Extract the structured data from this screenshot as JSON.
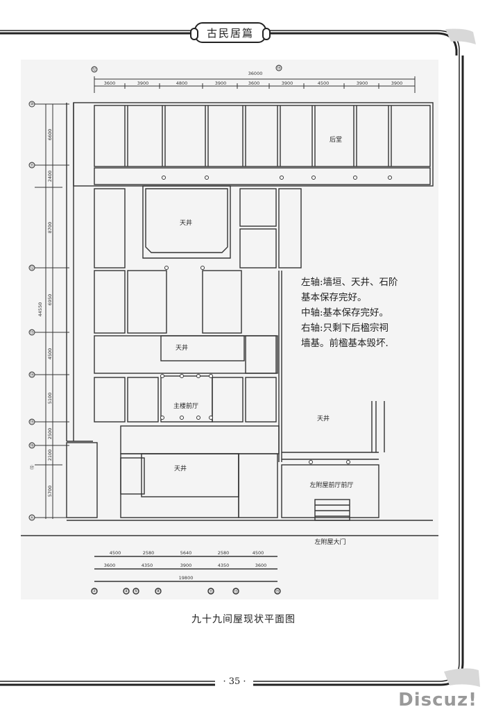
{
  "header": {
    "title": "古民居篇"
  },
  "plan": {
    "rooms": {
      "hou_tang": "后堂",
      "tian_jing_1": "天井",
      "tian_jing_2": "天井",
      "tian_jing_3": "天井",
      "tian_jing_right": "天井",
      "zhu_lou_qian_ting": "主楼前厅",
      "zuo_fu_wu_qian_ting": "左附屋前厅前厅",
      "zuo_fu_wu_da_men": "左附屋大门"
    },
    "notes": [
      "左轴:墙垣、天井、石阶",
      "基本保存完好。",
      "中轴:基本保存完好。",
      "右轴:只剩下后楹宗祠",
      "墙基。前楹基本毁坏."
    ],
    "top_dimensions": {
      "total": "36000",
      "segments": [
        "3600",
        "3900",
        "4800",
        "3900",
        "3600",
        "3900",
        "4500",
        "3900",
        "3900"
      ],
      "axis_left": "⑫",
      "axis_mid": "⑮"
    },
    "left_dimensions": {
      "total": "44550",
      "segments": [
        "6600",
        "2400",
        "8700",
        "6950",
        "4500",
        "5100",
        "2500",
        "2100",
        "5700"
      ],
      "axes": [
        "⑩",
        "⑪",
        "⑫",
        "⑬",
        "⑭",
        "⑮",
        "⑯",
        "⑰",
        "Ⓐ"
      ]
    },
    "bottom_dimensions": {
      "row1": [
        "4500",
        "2580",
        "5640",
        "2580",
        "4500"
      ],
      "row2": [
        "3600",
        "4350",
        "3900",
        "4350",
        "3600"
      ],
      "total": "19800",
      "axes": [
        "②",
        "④",
        "⑤",
        "⑧",
        "⑪",
        "⑬",
        "⑮"
      ]
    }
  },
  "caption": "九十九间屋现状平面图",
  "footer": {
    "page_number": "· 35 ·"
  },
  "watermark": "Discuz!"
}
